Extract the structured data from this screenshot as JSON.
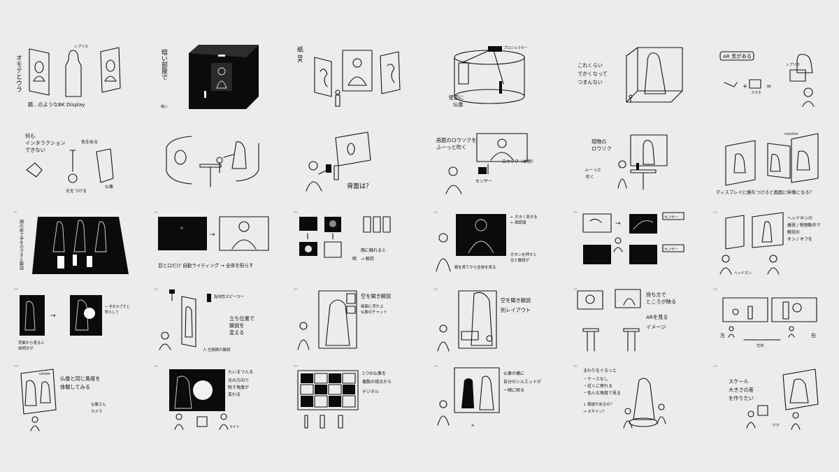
{
  "sketches": [
    {
      "lines": [
        "鏡…のようなBK Display"
      ],
      "vertical": "オモテとウラ",
      "small": [
        "レプリカ"
      ]
    },
    {
      "lines": [],
      "vertical": "暗い部屋で",
      "small": [
        "暗い"
      ]
    },
    {
      "lines": [],
      "vertical": "紙 8K",
      "small": []
    },
    {
      "lines": [
        "壁面に",
        "仏像"
      ],
      "vertical": "",
      "small": [
        "プロジェクター"
      ]
    },
    {
      "lines": [
        "これくらい",
        "でかくなって",
        "つまんない"
      ],
      "vertical": "",
      "small": []
    },
    {
      "lines": [
        "AR 気がある"
      ],
      "vertical": "",
      "small": [
        "レプリカ",
        "スマホ"
      ]
    },
    {
      "lines": [
        "何も",
        "インタラクション",
        "できない"
      ],
      "vertical": "",
      "small": [
        "色をぬる",
        "仏像",
        "光をつける"
      ]
    },
    {
      "lines": [],
      "vertical": "",
      "small": []
    },
    {
      "lines": [
        "背面は？"
      ],
      "vertical": "",
      "small": []
    },
    {
      "lines": [
        "画面のロウソクを",
        "ふーっと吹く"
      ],
      "vertical": "",
      "small": [
        "ロウソク（本物）",
        "センサー"
      ]
    },
    {
      "lines": [
        "現物の",
        "ロウソク"
      ],
      "vertical": "",
      "small": [
        "ふーっと",
        "吹く"
      ]
    },
    {
      "lines": [
        "ディスプレイに鏡をつけると画面に映像になる？"
      ],
      "vertical": "",
      "small": [
        "monitor"
      ]
    },
    {
      "lines": [],
      "vertical": "顔の前で手をかざすと解説",
      "small": []
    },
    {
      "lines": [
        "目と口だけ 自動ライティング → 全体を照らす"
      ],
      "vertical": "",
      "small": []
    },
    {
      "lines": [
        "顔に触れると",
        "→ 解説"
      ],
      "vertical": "",
      "small": [
        "暗"
      ]
    },
    {
      "lines": [
        "← 大きく見せる",
        "← 顔認識",
        "ボタンを押すと",
        "光と解説が"
      ],
      "vertical": "",
      "small": [
        "顔を見てから全体を見る"
      ]
    },
    {
      "lines": [
        "センサー",
        "センサー"
      ],
      "vertical": "",
      "small": []
    },
    {
      "lines": [
        "ヘッドホンの",
        "着脱 / 物理動作で",
        "解説の",
        "オン / オフを"
      ],
      "vertical": "",
      "small": [
        "ヘッドホン"
      ]
    },
    {
      "lines": [
        "背面から見ると",
        "説明文が"
      ],
      "vertical": "",
      "small": [
        "← 手をかざすと",
        "照らして"
      ]
    },
    {
      "lines": [
        "立ち位置で",
        "解説を",
        "変える"
      ],
      "vertical": "",
      "small": [
        "指向性スピーカー",
        "人 左側面の解説"
      ]
    },
    {
      "lines": [
        "空を聞き解説"
      ],
      "vertical": "",
      "small": [
        "画面に浮かぶ",
        "仏像のチャット"
      ]
    },
    {
      "lines": [
        "空を聞き解説",
        "別レイアウト"
      ],
      "vertical": "",
      "small": []
    },
    {
      "lines": [
        "持ち方で",
        "ところが映る",
        "ARを見る",
        "イメージ"
      ],
      "vertical": "",
      "small": []
    },
    {
      "lines": [
        "左",
        "右"
      ],
      "vertical": "",
      "small": [
        "左右"
      ]
    },
    {
      "lines": [
        "仏像と同じ角度を",
        "体験してみる"
      ],
      "vertical": "",
      "small": [
        "center",
        "仏像さん",
        "カメラ"
      ]
    },
    {
      "lines": [
        "たいまつ入る",
        "光の方向で",
        "映す角度が",
        "変わる"
      ],
      "vertical": "",
      "small": [
        "ライト"
      ]
    },
    {
      "lines": [
        "1つの仏像を",
        "複数の視点から",
        "デジタル"
      ],
      "vertical": "",
      "small": []
    },
    {
      "lines": [
        "仏像の横に",
        "自分のシルエットが",
        "一緒に映る"
      ],
      "vertical": "",
      "small": [
        "※"
      ]
    },
    {
      "lines": [
        "まわりをぐるっと",
        "・ケースなし",
        "・近くに寄れる",
        "・色んな角度で見る"
      ],
      "vertical": "",
      "small": [
        "↓ 解説があるの？",
        "→ スキャン？"
      ]
    },
    {
      "lines": [
        "スケール",
        "大きさの差",
        "を作りたい"
      ],
      "vertical": "",
      "small": [
        "ワク"
      ]
    }
  ]
}
